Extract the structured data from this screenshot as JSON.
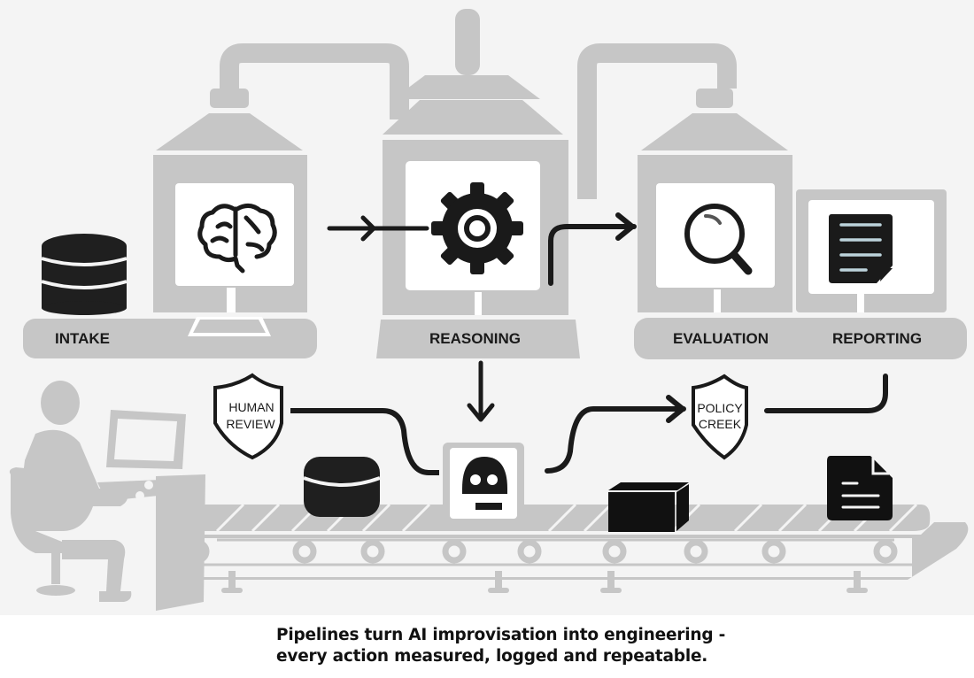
{
  "diagram": {
    "title": "AI pipeline factory",
    "colors": {
      "background": "#f4f4f4",
      "machine_gray": "#c6c6c6",
      "icon_black": "#111111",
      "screen_white": "#ffffff"
    },
    "stages": [
      {
        "id": "intake",
        "label": "INTAKE",
        "icon": "database-icon"
      },
      {
        "id": "reasoning",
        "label": "REASONING",
        "icon": "gear-icon"
      },
      {
        "id": "evaluation",
        "label": "EVALUATION",
        "icon": "magnifier-icon"
      },
      {
        "id": "reporting",
        "label": "REPORTING",
        "icon": "document-icon"
      }
    ],
    "machine_icons": {
      "intake_screen": "brain-icon"
    },
    "checkpoints": [
      {
        "id": "human-review",
        "line1": "HUMAN",
        "line2": "REVIEW",
        "icon": "shield-icon"
      },
      {
        "id": "policy-check",
        "line1": "POLICY",
        "line2": "CREEK",
        "icon": "shield-icon"
      }
    ],
    "conveyor_items": [
      {
        "id": "database",
        "icon": "database-icon"
      },
      {
        "id": "robot",
        "icon": "robot-icon"
      },
      {
        "id": "box",
        "icon": "box-icon"
      },
      {
        "id": "document",
        "icon": "document-icon"
      }
    ],
    "operator": {
      "icon": "operator-at-console-icon"
    }
  },
  "caption": {
    "line1": "Pipelines turn AI improvisation into engineering -",
    "line2": "every action measured, logged and repeatable."
  }
}
